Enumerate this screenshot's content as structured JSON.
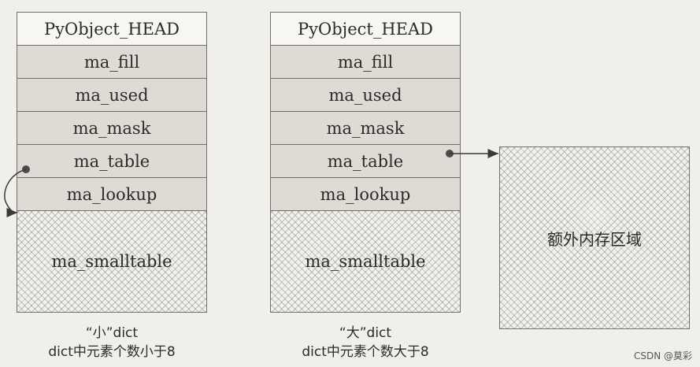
{
  "small_dict": {
    "fields": [
      "PyObject_HEAD",
      "ma_fill",
      "ma_used",
      "ma_mask",
      "ma_table",
      "ma_lookup"
    ],
    "smalltable": "ma_smalltable",
    "caption_line1": "“小”dict",
    "caption_line2": "dict中元素个数小于8"
  },
  "large_dict": {
    "fields": [
      "PyObject_HEAD",
      "ma_fill",
      "ma_used",
      "ma_mask",
      "ma_table",
      "ma_lookup"
    ],
    "smalltable": "ma_smalltable",
    "caption_line1": "“大”dict",
    "caption_line2": "dict中元素个数大于8"
  },
  "extra_memory": {
    "label": "额外内存区域"
  },
  "watermark": "CSDN @莫彩"
}
